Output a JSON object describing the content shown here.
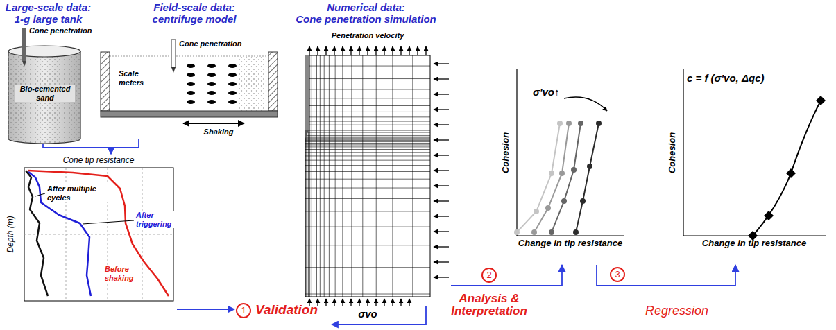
{
  "diagram": {
    "nodes": [
      {
        "text": [
          "Large-scale data: 1-g large tank",
          "Cone penetration",
          "Bio-cemented sand"
        ]
      },
      {
        "text": [
          "Field-scale data: centrifuge model",
          "Cone penetration",
          "Scale meters",
          "Shaking"
        ]
      },
      {
        "text": [
          "Numerical data: Cone penetration simulation",
          "Penetration velocity",
          "σvo"
        ]
      },
      {
        "text": [
          "Cone tip resistance",
          "Depth (m)",
          "After multiple cycles",
          "After triggering",
          "Before shaking"
        ]
      },
      {
        "text": [
          "1",
          "Validation"
        ]
      },
      {
        "text": [
          "Cohesion",
          "Change in tip resistance",
          "σ'vo↑"
        ]
      },
      {
        "text": [
          "c = f (σ'vo, Δqc)",
          "Cohesion",
          "Change in tip resistance"
        ]
      }
    ],
    "edges": [
      {
        "from": 0,
        "to": 3,
        "arrow": "to"
      },
      {
        "from": 1,
        "to": 3,
        "arrow": "to"
      },
      {
        "from": 3,
        "to": 4,
        "arrow": "to"
      },
      {
        "from": 2,
        "to": 4,
        "arrow": "to"
      },
      {
        "from": 2,
        "to": 5,
        "label": "Analysis & Interpretation",
        "arrow": "to"
      },
      {
        "from": 5,
        "to": 6,
        "label": "Regression",
        "arrow": "to"
      }
    ],
    "labels": [
      "2",
      "3"
    ]
  }
}
